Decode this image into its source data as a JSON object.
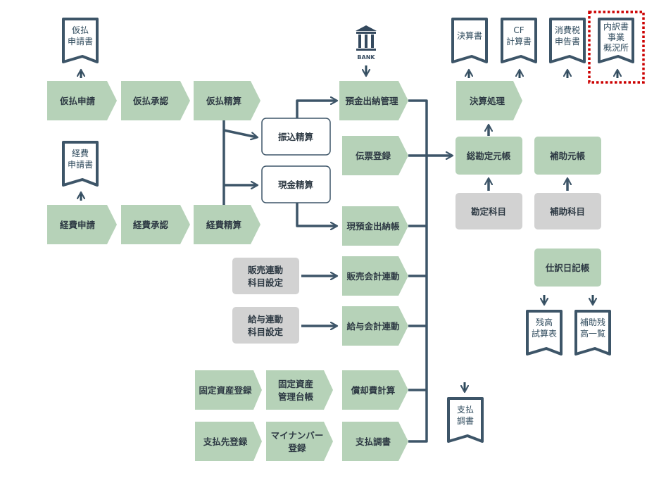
{
  "colors": {
    "process_fill": "#b6d2b8",
    "master_fill": "#d2d2d2",
    "line": "#3d5568",
    "doc_stroke": "#3d5568",
    "highlight": "#cc0000"
  },
  "bank_label": "BANK",
  "processes": {
    "karibarai_shinsei": "仮払申請",
    "karibarai_shonin": "仮払承認",
    "karibarai_seisan": "仮払精算",
    "keihi_shinsei": "経費申請",
    "keihi_shonin": "経費承認",
    "keihi_seisan": "経費精算",
    "furikomi_seisan": "振込精算",
    "genkin_seisan": "現金精算",
    "yokin_suito": "預金出納管理",
    "denpyo_toroku": "伝票登録",
    "genyokin_suito": "現預金出納帳",
    "hanbai_renkei": "販売会計連動",
    "kyuyo_renkei": "給与会計連動",
    "kotei_shisan_toroku": "固定資産登録",
    "kotei_shisan_kanri": [
      "固定資産",
      "管理台帳"
    ],
    "shokyakuhi": "償却費計算",
    "shiharaisaki_toroku": "支払先登録",
    "mynumber_toroku": [
      "マイナンバー",
      "登録"
    ],
    "shiharai_chosho": "支払調書",
    "kessan_shori": "決算処理",
    "sokanjo_motocho": "総勘定元帳",
    "hojo_motocho": "補助元帳",
    "shiwake_nikkicho": "仕訳日記帳"
  },
  "masters": {
    "hanbai_settei": [
      "販売連動",
      "科目設定"
    ],
    "kyuyo_settei": [
      "給与連動",
      "科目設定"
    ],
    "kanjo_kamoku": "勘定科目",
    "hojo_kamoku": "補助科目"
  },
  "documents": {
    "karibarai_shinseisho": [
      "仮払",
      "申請書"
    ],
    "keihi_shinseisho": [
      "経費",
      "申請書"
    ],
    "kessansho": [
      "決算書"
    ],
    "cf_keisansho": [
      "CF",
      "計算書"
    ],
    "shohizei_shinkokusho": [
      "消費税",
      "申告書"
    ],
    "uchiwakesho": [
      "内訳書",
      "事業",
      "概況所"
    ],
    "zandaka_shisanhyo": [
      "残高",
      "試算表"
    ],
    "hojo_zandaka": [
      "補助残",
      "高一覧"
    ],
    "shiharai_chosho_doc": [
      "支払",
      "調書"
    ]
  }
}
